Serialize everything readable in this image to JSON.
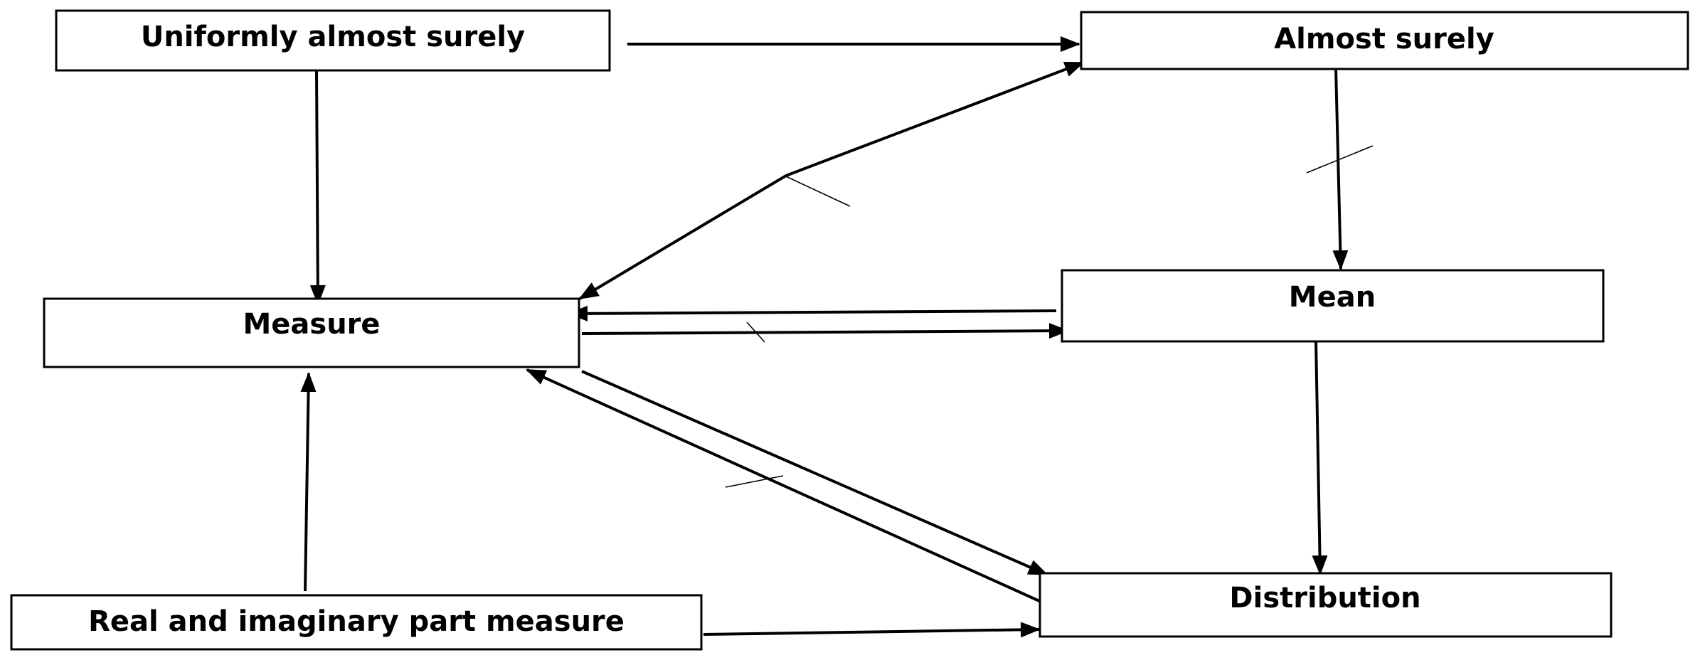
{
  "nodes": {
    "uniformly_almost_surely": "Uniformly almost surely",
    "almost_surely": "Almost surely",
    "measure": "Measure",
    "mean": "Mean",
    "distribution": "Distribution",
    "real_imaginary_measure": "Real and imaginary part measure"
  },
  "edges": [
    {
      "from": "Uniformly almost surely",
      "to": "Almost surely",
      "implies": true
    },
    {
      "from": "Uniformly almost surely",
      "to": "Measure",
      "implies": true
    },
    {
      "from": "Almost surely",
      "to": "Mean",
      "implies": false
    },
    {
      "from": "Almost surely",
      "to": "Measure",
      "implies": true
    },
    {
      "from": "Measure",
      "to": "Almost surely",
      "implies": false
    },
    {
      "from": "Mean",
      "to": "Measure",
      "implies": true
    },
    {
      "from": "Measure",
      "to": "Mean",
      "implies": false
    },
    {
      "from": "Mean",
      "to": "Distribution",
      "implies": true
    },
    {
      "from": "Measure",
      "to": "Distribution",
      "implies": true
    },
    {
      "from": "Distribution",
      "to": "Measure",
      "implies": false
    },
    {
      "from": "Real and imaginary part measure",
      "to": "Measure",
      "implies": true
    },
    {
      "from": "Real and imaginary part measure",
      "to": "Distribution",
      "implies": true
    }
  ]
}
